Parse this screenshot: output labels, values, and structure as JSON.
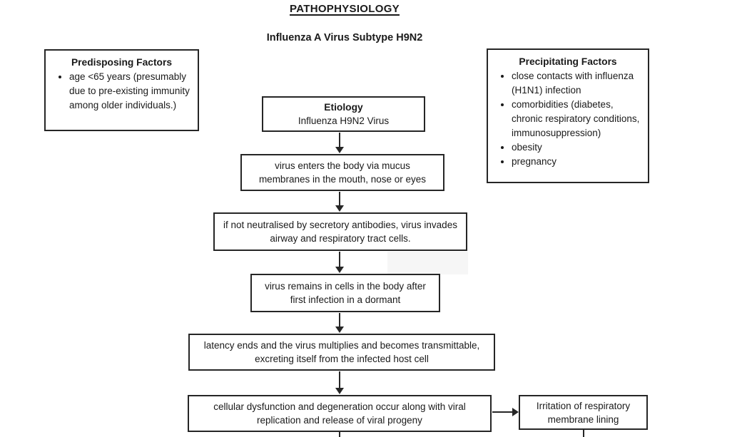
{
  "page": {
    "title": "PATHOPHYSIOLOGY",
    "subtitle": "Influenza A Virus Subtype H9N2"
  },
  "predisposing": {
    "title": "Predisposing Factors",
    "items": [
      "age <65 years (presumably due to pre-existing immunity among older individuals.)"
    ]
  },
  "precipitating": {
    "title": "Precipitating Factors",
    "items": [
      "close contacts with influenza (H1N1) infection",
      "comorbidities (diabetes, chronic respiratory conditions, immunosuppression)",
      "obesity",
      "pregnancy"
    ]
  },
  "flow": {
    "etiology_heading": "Etiology",
    "etiology_text": "Influenza H9N2 Virus",
    "step_entry": "virus enters the body via mucus membranes in the mouth, nose or eyes",
    "step_invasion": "if not neutralised by secretory antibodies, virus invades airway and respiratory tract cells.",
    "step_dormant": "virus remains in cells in the body after first infection in a dormant",
    "step_latency": "latency ends and the virus multiplies and becomes transmittable, excreting itself from the infected host cell",
    "step_replication": "cellular dysfunction and degeneration occur along with viral replication and release of viral progeny",
    "side_irritation": "Irritation of respiratory membrane lining"
  },
  "colors": {
    "border": "#262626",
    "text": "#1a1a1a",
    "background": "#ffffff"
  }
}
